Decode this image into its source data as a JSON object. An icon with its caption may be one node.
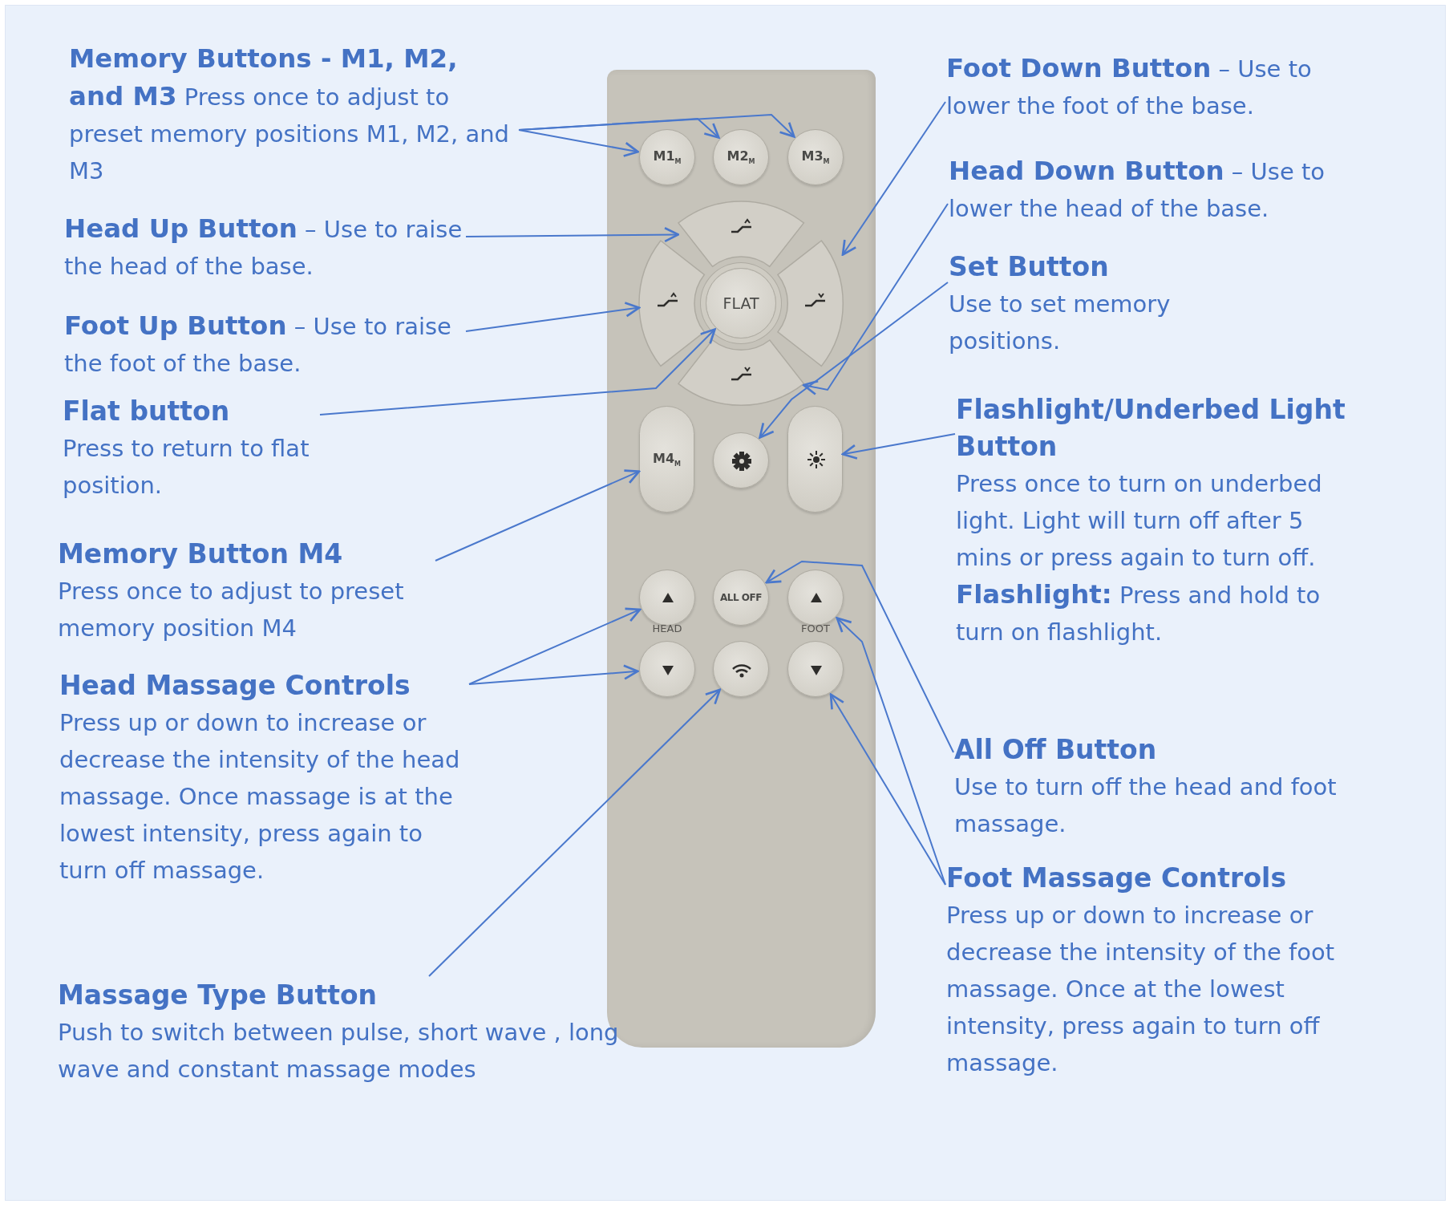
{
  "diagram": {
    "nodes": [
      {
        "text": [
          "**Memory Buttons - M1, M2, and M3** Press once to adjust to preset memory positions M1, M2, and M3"
        ]
      },
      {
        "text": [
          "**Head Up Button** – Use to raise the head of the base."
        ]
      },
      {
        "text": [
          "**Foot Up Button** – Use to raise the foot of the base."
        ]
      },
      {
        "text": [
          "Flat button",
          "Press to return to flat position."
        ]
      },
      {
        "text": [
          "Memory Button M4",
          "Press once to adjust to preset memory position M4"
        ]
      },
      {
        "text": [
          "Head Massage Controls",
          "Press up or down to increase or decrease the intensity of the head massage. Once massage is at the lowest intensity, press again to turn off massage."
        ]
      },
      {
        "text": [
          "Massage Type Button",
          "Push to switch between pulse, short wave , long wave and constant massage modes"
        ]
      },
      {
        "text": [],
        "shape": "box"
      },
      {
        "text": [
          "M1$_{M}$"
        ],
        "in": 7
      },
      {
        "text": [
          "M2$_{M}$"
        ],
        "in": 7
      },
      {
        "text": [
          "M3$_{M}$"
        ],
        "in": 7
      },
      {
        "text": [],
        "shape": "button",
        "in": 7
      },
      {
        "text": [],
        "shape": "button",
        "in": 7
      },
      {
        "text": [
          "FLAT"
        ],
        "in": 7
      },
      {
        "text": [],
        "shape": "button",
        "in": 7
      },
      {
        "text": [],
        "shape": "button",
        "in": 7
      },
      {
        "text": [
          "M4$_{M}$"
        ],
        "in": 7
      },
      {
        "text": [],
        "shape": "circle",
        "in": 7
      },
      {
        "text": [],
        "shape": "button",
        "in": 7
      },
      {
        "text": [],
        "shape": "circle",
        "in": 7
      },
      {
        "text": [
          "ALL OFF"
        ],
        "in": 7
      },
      {
        "text": [],
        "shape": "circle",
        "in": 7
      },
      {
        "text": [],
        "shape": "circle",
        "in": 7
      },
      {
        "text": [],
        "shape": "circle",
        "in": 7
      },
      {
        "text": [],
        "shape": "circle",
        "in": 7
      },
      {
        "text": [
          "**Foot Down Button** – Use to lower the foot of the base."
        ]
      },
      {
        "text": [
          "**Head Down Button** – Use to lower the head of the base."
        ]
      },
      {
        "text": [
          "Set Button",
          "Use to set memory positions."
        ]
      },
      {
        "text": [
          "Flashlight/Underbed Light Button",
          "Press once to turn on underbed light. Light will turn off after 5 mins or press again to turn off.",
          "**Flashlight:** Press and hold to turn on flashlight."
        ]
      },
      {
        "text": [
          "All Off Button",
          "Use to turn off the head and foot massage."
        ]
      },
      {
        "text": [
          "Foot Massage Controls",
          "Press up or down to increase or decrease the intensity of the foot massage. Once at the lowest intensity, press again to turn off massage."
        ]
      }
    ],
    "edges": [
      {
        "from": 0,
        "to": 8,
        "arrow": "to"
      },
      {
        "from": 0,
        "to": 9,
        "arrow": "to"
      },
      {
        "from": 0,
        "to": 10,
        "arrow": "to"
      },
      {
        "from": 1,
        "to": 11,
        "arrow": "to"
      },
      {
        "from": 2,
        "to": 12,
        "arrow": "to"
      },
      {
        "from": 3,
        "to": 13,
        "arrow": "to"
      },
      {
        "from": 4,
        "to": 16,
        "arrow": "to"
      },
      {
        "from": 5,
        "to": 19,
        "arrow": "to"
      },
      {
        "from": 5,
        "to": 22,
        "arrow": "to"
      },
      {
        "from": 6,
        "to": 23,
        "arrow": "to"
      },
      {
        "from": 25,
        "to": 14,
        "arrow": "to"
      },
      {
        "from": 26,
        "to": 15,
        "arrow": "to"
      },
      {
        "from": 27,
        "to": 17,
        "arrow": "to"
      },
      {
        "from": 28,
        "to": 18,
        "arrow": "to"
      },
      {
        "from": 29,
        "to": 20,
        "arrow": "to"
      },
      {
        "from": 30,
        "to": 21,
        "arrow": "to"
      },
      {
        "from": 30,
        "to": 24,
        "arrow": "to"
      }
    ],
    "labels": [
      "HEAD",
      "FOOT"
    ]
  }
}
